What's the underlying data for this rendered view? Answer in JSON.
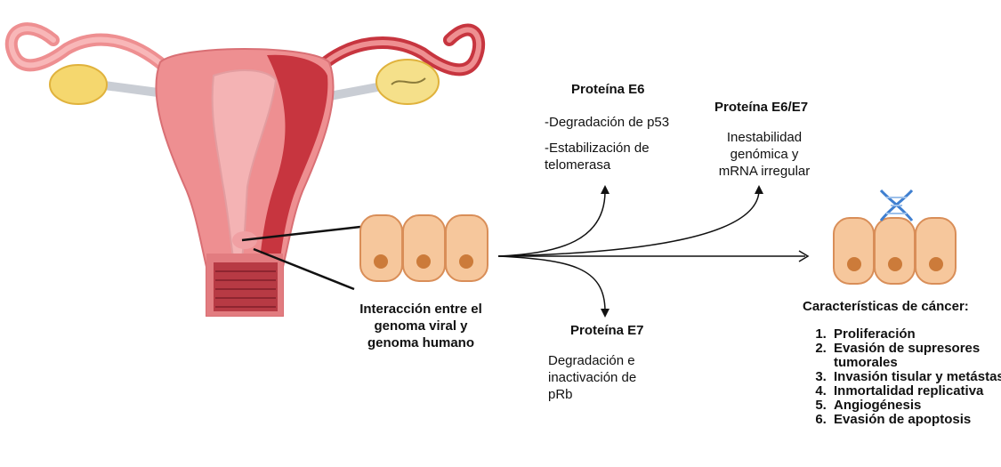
{
  "interaction": {
    "label": "Interacción entre el genoma viral y genoma humano"
  },
  "e6": {
    "title": "Proteína E6",
    "points": [
      "-Degradación de p53",
      "-Estabilización de telomerasa"
    ]
  },
  "e6e7": {
    "title": "Proteína E6/E7",
    "description": "Inestabilidad genómica y mRNA irregular"
  },
  "e7": {
    "title": "Proteína E7",
    "description": "Degradación e inactivación de pRb"
  },
  "cancer": {
    "title": "Características de cáncer:",
    "items": [
      "Proliferación",
      "Evasión de supresores tumorales",
      "Invasión tisular y metástasis",
      "Inmortalidad replicativa",
      "Angiogénesis",
      "Evasión de apoptosis"
    ]
  },
  "colors": {
    "uterus": "#ee8f91",
    "uterus_dark": "#c7353f",
    "cell_fill": "#f6c79c",
    "cell_stroke": "#d98e58",
    "nucleus": "#cc7b3a",
    "dna": "#3f7fd0"
  }
}
